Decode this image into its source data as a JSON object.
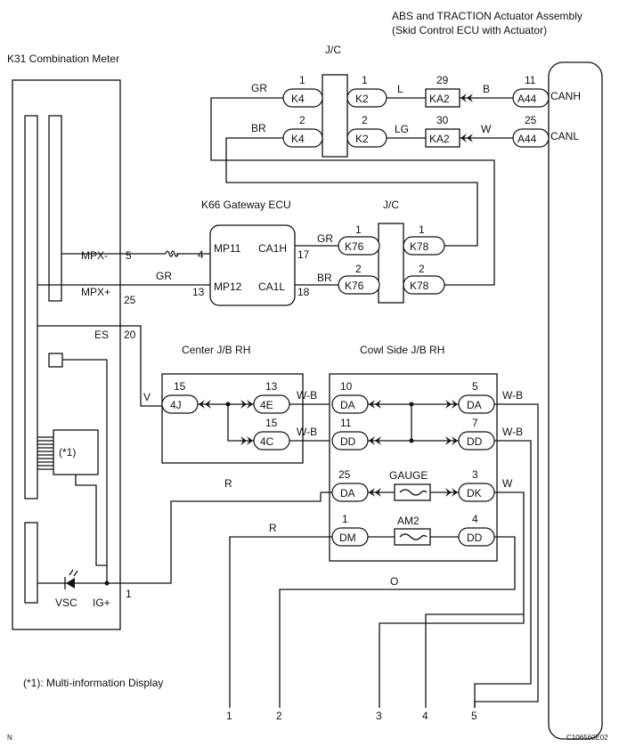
{
  "title": {
    "line1": "ABS and TRACTION Actuator Assembly",
    "line2": "(Skid Control ECU with Actuator)"
  },
  "labels": {
    "combination_meter": "K31 Combination Meter",
    "jc_top": "J/C",
    "jc_mid": "J/C",
    "gateway_ecu": "K66 Gateway ECU",
    "center_jb": "Center J/B RH",
    "cowl_jb": "Cowl Side J/B RH",
    "footnote": "(*1): Multi-information Display",
    "display_ref": "(*1)",
    "image_code": "C106560E02",
    "corner_mark": "N"
  },
  "actuator": {
    "canh": "CANH",
    "canl": "CANL"
  },
  "meter_pins": {
    "mpx_minus": "MPX-",
    "mpx_minus_pin": "5",
    "mpx_plus": "MPX+",
    "mpx_plus_pin": "25",
    "es": "ES",
    "es_pin": "20",
    "vsc": "VSC",
    "igplus": "IG+",
    "igplus_pin": "1"
  },
  "gateway_pins": {
    "mp11": "MP11",
    "mp11_pin": "4",
    "mp12": "MP12",
    "mp12_pin": "13",
    "ca1h": "CA1H",
    "ca1h_pin": "17",
    "ca1l": "CA1L",
    "ca1l_pin": "18"
  },
  "connectors": {
    "k4_1": "K4",
    "k4_1_pin": "1",
    "k4_2": "K4",
    "k4_2_pin": "2",
    "k2_1": "K2",
    "k2_1_pin": "1",
    "k2_2": "K2",
    "k2_2_pin": "2",
    "ka2_1": "KA2",
    "ka2_1_pin": "29",
    "ka2_2": "KA2",
    "ka2_2_pin": "30",
    "a44_1": "A44",
    "a44_1_pin": "11",
    "a44_2": "A44",
    "a44_2_pin": "25",
    "k76_1": "K76",
    "k76_1_pin": "1",
    "k76_2": "K76",
    "k76_2_pin": "2",
    "k78_1": "K78",
    "k78_1_pin": "1",
    "k78_2": "K78",
    "k78_2_pin": "2",
    "j4": "4J",
    "j4_pin": "15",
    "e4": "4E",
    "e4_pin": "13",
    "c4": "4C",
    "c4_pin": "15",
    "da_1": "DA",
    "da_1_pin": "10",
    "dd_1": "DD",
    "dd_1_pin": "11",
    "da_2": "DA",
    "da_2_pin": "25",
    "dm": "DM",
    "dm_pin": "1",
    "da_3": "DA",
    "da_3_pin": "5",
    "dd_2": "DD",
    "dd_2_pin": "7",
    "dk": "DK",
    "dk_pin": "3",
    "dd_3": "DD",
    "dd_3_pin": "4"
  },
  "fuses": {
    "gauge": "GAUGE",
    "am2": "AM2"
  },
  "wire_colors": {
    "gr_k4": "GR",
    "br_k4": "BR",
    "l": "L",
    "lg": "LG",
    "b": "B",
    "w_a44": "W",
    "gr_k76": "GR",
    "br_k76": "BR",
    "gr_mpx": "GR",
    "v": "V",
    "wb_4e": "W-B",
    "wb_4c": "W-B",
    "wb_out1": "W-B",
    "wb_out2": "W-B",
    "w_dk": "W",
    "r_da": "R",
    "r_dm": "R",
    "o": "O"
  },
  "ground_points": [
    "1",
    "2",
    "3",
    "4",
    "5"
  ]
}
